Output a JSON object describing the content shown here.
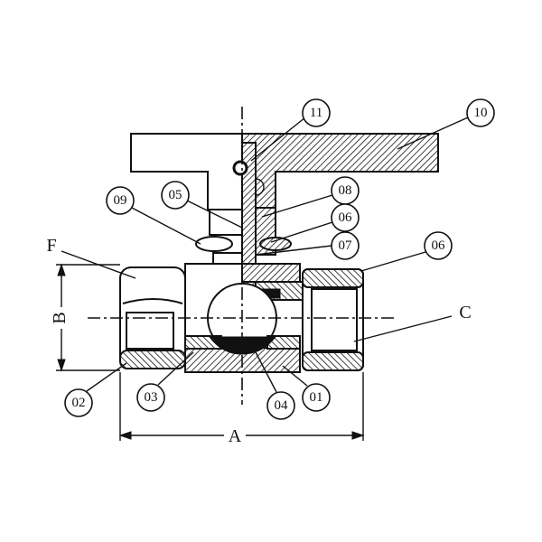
{
  "title": "Ball valve cross-section",
  "callouts": {
    "c01": "01",
    "c02": "02",
    "c03": "03",
    "c04": "04",
    "c05": "05",
    "c06a": "06",
    "c06b": "06",
    "c07": "07",
    "c08": "08",
    "c09": "09",
    "c10": "10",
    "c11": "11"
  },
  "dimensions": {
    "A": "A",
    "B": "B",
    "C": "C",
    "F": "F"
  }
}
